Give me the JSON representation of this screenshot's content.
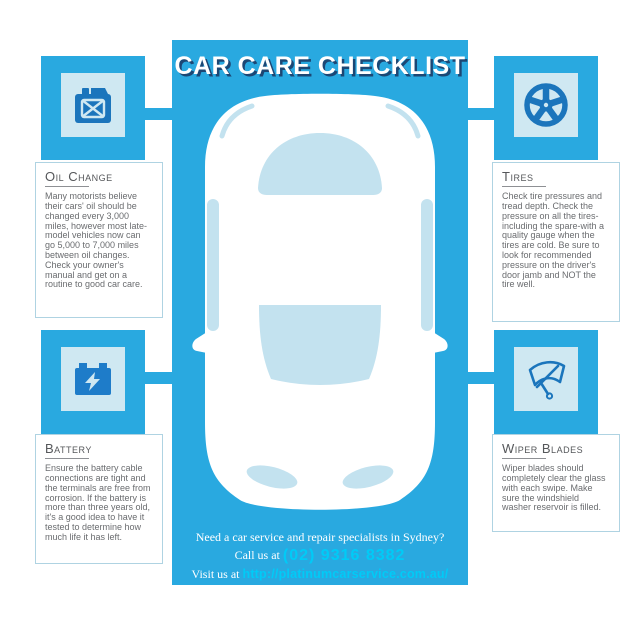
{
  "header": {
    "title": "CAR CARE CHECKLIST"
  },
  "colors": {
    "primary_blue": "#29A9E0",
    "icon_dark_blue": "#1B75BC",
    "light_square_blue": "#CFE8F2",
    "car_window_blue": "#C3E2EF",
    "accent_cyan": "#00CBF7",
    "heading_gray": "#55575A",
    "body_gray": "#6A6C6F"
  },
  "panels": [
    {
      "id": "oil-change",
      "heading": "Oil Change",
      "icon": "oil-can-icon",
      "body": "Many motorists believe their cars' oil should be changed every 3,000 miles, however most late-model vehicles now can go 5,000 to 7,000 miles between oil changes. Check your owner's manual and get on a routine to good car care."
    },
    {
      "id": "tires",
      "heading": "Tires",
      "icon": "tire-icon",
      "body": "Check tire pressures and tread depth. Check the pressure on all the tires-including the spare-with a quality gauge when the tires are cold. Be sure to look for recommended pressure on the driver's door jamb and NOT the tire well."
    },
    {
      "id": "battery",
      "heading": "Battery",
      "icon": "battery-icon",
      "body": "Ensure the battery cable connections are tight and the terminals are free from corrosion. If the battery is more than three years old, it's a good idea to have it tested to determine how much life it has left."
    },
    {
      "id": "wiper-blades",
      "heading": "Wiper Blades",
      "icon": "wiper-icon",
      "body": "Wiper blades should completely clear the glass with each swipe. Make sure the windshield washer reservoir is filled."
    }
  ],
  "footer": {
    "line1": "Need a car service and repair specialists in Sydney?",
    "call_prefix": "Call us at",
    "phone": "(02) 9316 8382",
    "visit_prefix": "Visit us at",
    "url": "http://platinumcarservice.com.au/"
  }
}
